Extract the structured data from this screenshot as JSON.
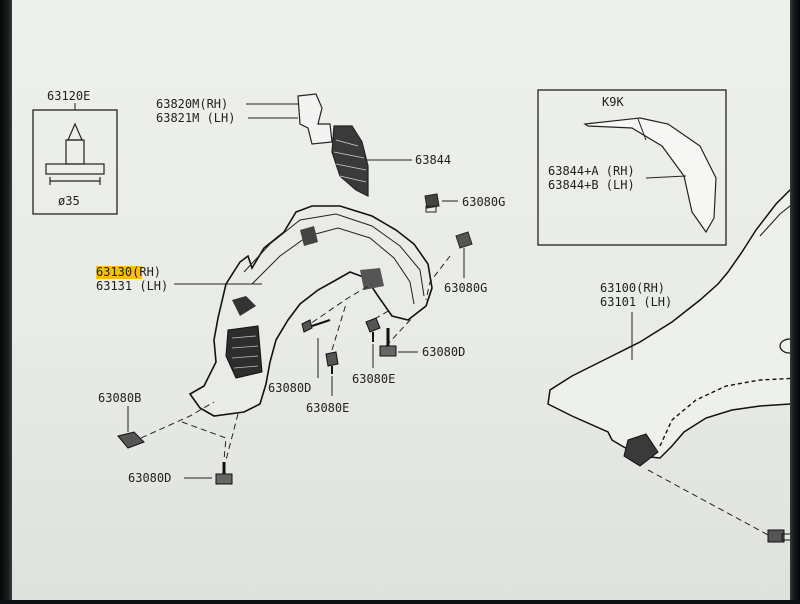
{
  "parts": {
    "clip_box": {
      "part_no": "63120E",
      "dimension": "ø35"
    },
    "frame": {
      "model_code": "K9K",
      "line1": "63844+A (RH)",
      "line2": "63844+B (LH)"
    },
    "seal": {
      "line1": "63820M(RH)",
      "line2": "63821M (LH)"
    },
    "mudguard": {
      "part_no": "63844"
    },
    "grommet_top": {
      "part_no": "63080G"
    },
    "grommet_mid": {
      "part_no": "63080G"
    },
    "fender_liner": {
      "line1": "63130(RH)",
      "line2": "63131 (LH)"
    },
    "fender": {
      "line1": "63100(RH)",
      "line2": "63101 (LH)"
    },
    "screw_right": {
      "part_no": "63080D"
    },
    "screw_center": {
      "part_no": "63080D"
    },
    "clip_e_right": {
      "part_no": "63080E"
    },
    "clip_e_center": {
      "part_no": "63080E"
    },
    "nut_clip": {
      "part_no": "63080B"
    },
    "screw_bottom": {
      "part_no": "63080D"
    }
  },
  "highlight_color": "#ffb700"
}
